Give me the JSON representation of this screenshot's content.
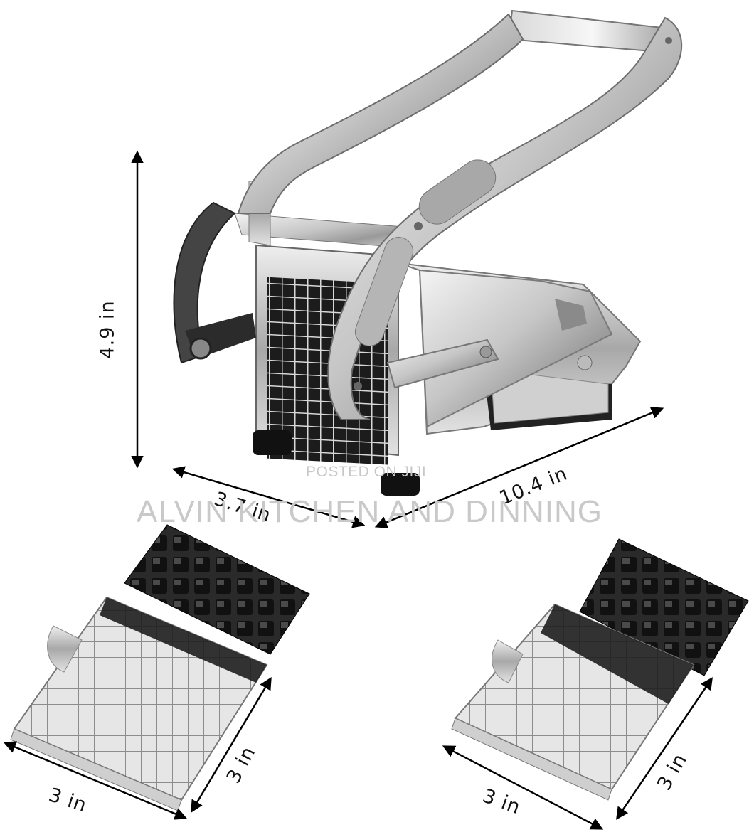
{
  "dimensions": {
    "height": "4.9 in",
    "depth": "3.7 in",
    "length": "10.4 in",
    "blade1_width": "3 in",
    "blade1_depth": "3 in",
    "blade2_width": "3 in",
    "blade2_depth": "3 in"
  },
  "watermark": {
    "posted": "POSTED ON JIJI",
    "shop": "ALVIN KITCHEN AND DINNING"
  },
  "colors": {
    "steel_light": "#e9e9e9",
    "steel_mid": "#bdbdbd",
    "steel_dark": "#7a7a7a",
    "black_parts": "#1b1b1b",
    "text": "#111111"
  }
}
